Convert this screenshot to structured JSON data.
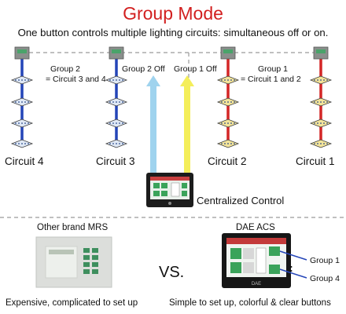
{
  "title": "Group Mode",
  "subtitle": "One button controls multiple lighting circuits: simultaneous off or on.",
  "colors": {
    "title": "#d21f1f",
    "circuit_blue": "#2445b8",
    "circuit_red": "#d42626",
    "arrow_blue": "#9fd3ee",
    "arrow_yellow": "#f4ee5a",
    "dashed": "#9a9a9a"
  },
  "groups": {
    "group2_label": "Group 2",
    "group2_desc": "= Circuit 3 and 4",
    "group2_off": "Group 2 Off",
    "group1_off": "Group 1 Off",
    "group1_label": "Group 1",
    "group1_desc": "= Circuit 1 and 2"
  },
  "circuits": [
    {
      "label": "Circuit 4",
      "color": "#2445b8"
    },
    {
      "label": "Circuit 3",
      "color": "#2445b8"
    },
    {
      "label": "Circuit 2",
      "color": "#d42626"
    },
    {
      "label": "Circuit 1",
      "color": "#d42626"
    }
  ],
  "control_label": "Centralized Control",
  "comparison": {
    "left_title": "Other brand MRS",
    "left_caption": "Expensive, complicated to set up",
    "vs": "VS.",
    "right_title": "DAE ACS",
    "right_caption": "Simple to set up, colorful & clear buttons",
    "callout_top": "Group 1",
    "callout_ellipsis": ":",
    "callout_bottom": "Group 4",
    "panel_logo": "DAE"
  }
}
